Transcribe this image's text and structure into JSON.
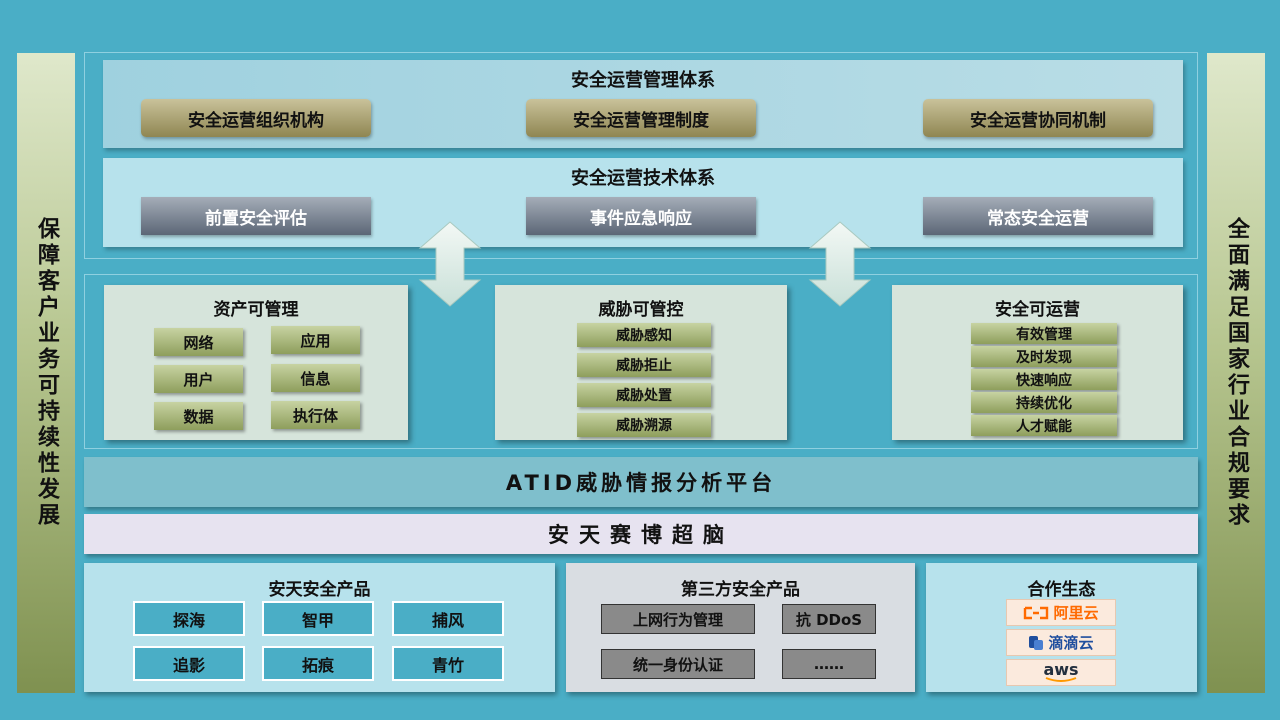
{
  "left_pillar": "保障客户业务可持续性发展",
  "right_pillar": "全面满足国家行业合规要求",
  "management": {
    "title": "安全运营管理体系",
    "items": [
      "安全运营组织机构",
      "安全运营管理制度",
      "安全运营协同机制"
    ]
  },
  "technology": {
    "title": "安全运营技术体系",
    "items": [
      "前置安全评估",
      "事件应急响应",
      "常态安全运营"
    ]
  },
  "cards": {
    "asset": {
      "title": "资产可管理",
      "items": [
        "网络",
        "应用",
        "用户",
        "信息",
        "数据",
        "执行体"
      ]
    },
    "threat": {
      "title": "威胁可管控",
      "items": [
        "威胁感知",
        "威胁拒止",
        "威胁处置",
        "威胁溯源"
      ]
    },
    "operate": {
      "title": "安全可运营",
      "items": [
        "有效管理",
        "及时发现",
        "快速响应",
        "持续优化",
        "人才赋能"
      ]
    }
  },
  "atid": "ATID威胁情报分析平台",
  "brain": "安天赛博超脑",
  "antiy_products": {
    "title": "安天安全产品",
    "items": [
      "探海",
      "智甲",
      "捕风",
      "追影",
      "拓痕",
      "青竹"
    ]
  },
  "third_party": {
    "title": "第三方安全产品",
    "items": [
      "上网行为管理",
      "抗 DDoS",
      "统一身份认证",
      "……"
    ]
  },
  "ecosystem": {
    "title": "合作生态",
    "logos": [
      {
        "icon": "aliyun-logo-icon",
        "text": "阿里云",
        "color": "#ff6a00"
      },
      {
        "icon": "didi-cloud-logo-icon",
        "text": "滴滴云",
        "color": "#1f4e9e"
      },
      {
        "icon": "aws-logo-icon",
        "text": "aws",
        "color": "#232f3e"
      }
    ]
  },
  "colors": {
    "background": "#4aaec6",
    "gold_button": "#8f8652",
    "slate_button": "#5b6676",
    "olive_pill": "#8e9e5c",
    "aws_smile": "#ff9900"
  }
}
